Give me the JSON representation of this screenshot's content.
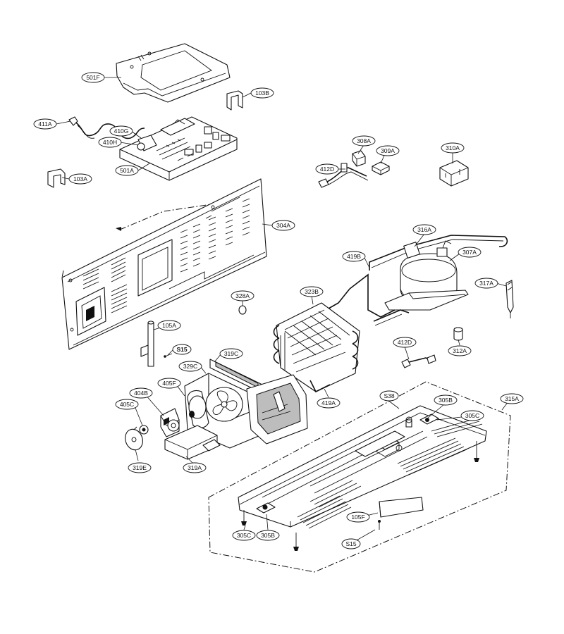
{
  "labels": {
    "l501F": "501F",
    "l103B": "103B",
    "l411A": "411A",
    "l410G": "410G",
    "l410H": "410H",
    "l501A": "501A",
    "l103A": "103A",
    "l308A": "308A",
    "l309A": "309A",
    "l310A": "310A",
    "l412D_top": "412D",
    "l304A": "304A",
    "l316A": "316A",
    "l307A": "307A",
    "l419B": "419B",
    "l317A": "317A",
    "l328A": "328A",
    "l323B": "323B",
    "l105A": "105A",
    "lS15_top": "S15",
    "l319C": "319C",
    "l329C": "329C",
    "l405F": "405F",
    "l404B": "404B",
    "l405C": "405C",
    "l319E": "319E",
    "l319A": "319A",
    "l412D_mid": "412D",
    "l312A": "312A",
    "l419A": "419A",
    "lS38": "S38",
    "l305B_r": "305B",
    "l315A": "315A",
    "l305C_r": "305C",
    "l105F": "105F",
    "lS15_bot": "S15",
    "l305C_l": "305C",
    "l305B_l": "305B"
  }
}
